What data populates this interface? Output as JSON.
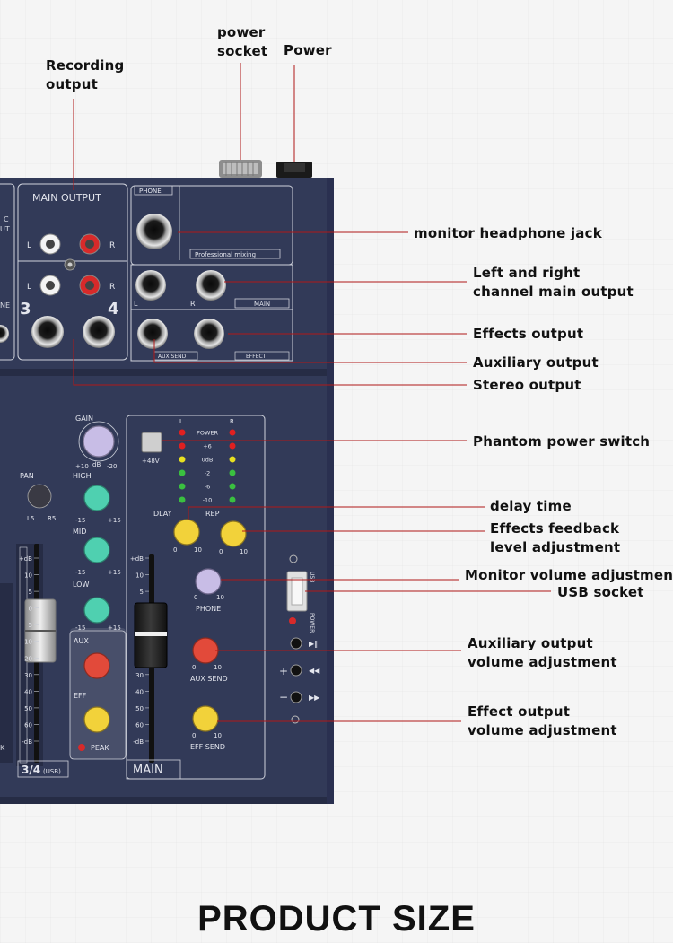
{
  "labels": {
    "power_socket": [
      "power",
      "socket"
    ],
    "power": "Power",
    "recording_output": [
      "Recording",
      "output"
    ],
    "monitor_headphone_jack": "monitor headphone jack",
    "lr_main_output": [
      "Left and right",
      "channel main output"
    ],
    "effects_output": "Effects output",
    "auxiliary_output": "Auxiliary output",
    "stereo_output": "Stereo output",
    "phantom_power_switch": "Phantom power switch",
    "delay_time": "delay time",
    "effects_feedback": [
      "Effects feedback",
      "level adjustment"
    ],
    "monitor_volume": "Monitor volume adjustment",
    "usb_socket": "USB socket",
    "aux_output_volume": [
      "Auxiliary output",
      "volume adjustment"
    ],
    "effect_output_volume": [
      "Effect output",
      "volume adjustment"
    ]
  },
  "panel": {
    "main_output": "MAIN OUTPUT",
    "phone": "PHONE",
    "professional_mixing": "Professional mixing",
    "l": "L",
    "r": "R",
    "main": "MAIN",
    "aux_send": "AUX SEND",
    "effect": "EFFECT",
    "ch3": "3",
    "ch4": "4",
    "gain": "GAIN",
    "gain_min": "+10",
    "gain_db": "dB",
    "gain_max": "-20",
    "pan": "PAN",
    "pan_l": "L5",
    "pan_r": "R5",
    "high": "HIGH",
    "mid": "MID",
    "low": "LOW",
    "aux": "AUX",
    "eff": "EFF",
    "peak": "PEAK",
    "ch_3_4_usb": "3/4",
    "usb_small": "(USB)",
    "phantom_48v": "+48V",
    "meter_labels": [
      "POWER",
      "+6",
      "0dB",
      "-2",
      "-6",
      "-10"
    ],
    "dlay": "DLAY",
    "rep": "REP",
    "phone_knob": "PHONE",
    "aux_send_knob": "AUX SEND",
    "eff_send_knob": "EFF SEND",
    "main_label": "MAIN",
    "fader_scale": [
      "+dB",
      "10",
      "5",
      "0",
      "5",
      "10",
      "20",
      "30",
      "40",
      "50",
      "60",
      "-dB"
    ],
    "knob_min": "0",
    "knob_max": "10",
    "eq_min": "-15",
    "eq_max": "+15",
    "usb_vert": "USB",
    "power_vert": "POWER",
    "plus": "+",
    "minus": "−",
    "frag_c": "C",
    "frag_ut": "UT",
    "frag_ne": "NE",
    "frag_k": "K"
  },
  "product_size": "PRODUCT SIZE",
  "colors": {
    "panel": "#323a58",
    "panel_dark": "#262c45",
    "line": "#b01818",
    "knob_purple": "#c8bde6",
    "knob_teal": "#4fd0b0",
    "knob_red": "#e24a3a",
    "knob_yellow": "#f2d23a",
    "knob_dark": "#3a3a44"
  }
}
